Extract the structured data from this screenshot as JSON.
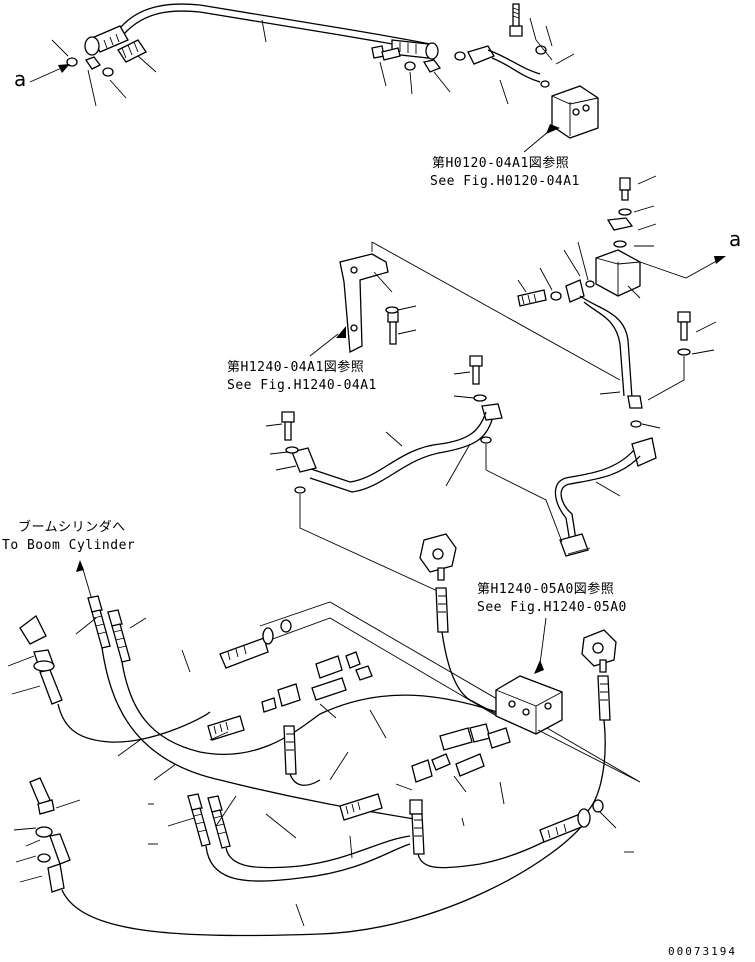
{
  "refs": {
    "h0120": {
      "jp": "第H0120-04A1図参照",
      "en": "See Fig.H0120-04A1"
    },
    "h1240_04": {
      "jp": "第H1240-04A1図参照",
      "en": "See Fig.H1240-04A1"
    },
    "h1240_05": {
      "jp": "第H1240-05A0図参照",
      "en": "See Fig.H1240-05A0"
    }
  },
  "boom": {
    "jp": "ブームシリンダへ",
    "en": "To Boom Cylinder"
  },
  "marker_a": "a",
  "drawing_number": "00073194"
}
